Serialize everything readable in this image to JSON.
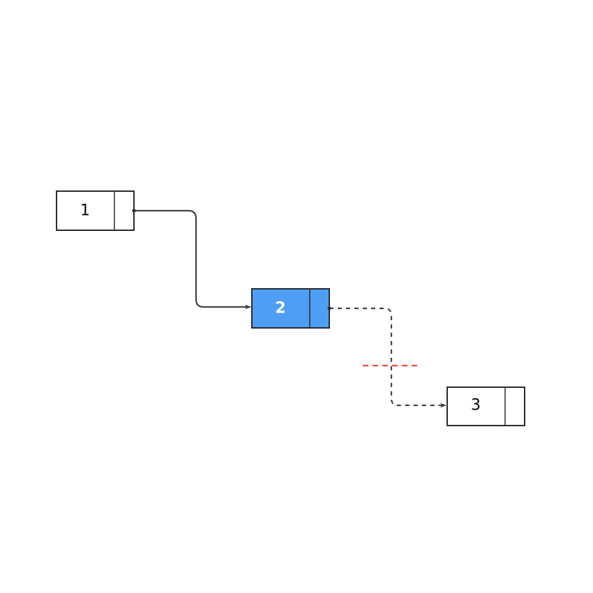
{
  "diagram": {
    "type": "linked-list",
    "nodes": [
      {
        "id": "node-1",
        "value": "1",
        "highlighted": false
      },
      {
        "id": "node-2",
        "value": "2",
        "highlighted": true
      },
      {
        "id": "node-3",
        "value": "3",
        "highlighted": false
      }
    ],
    "links": [
      {
        "from": "node-1",
        "to": "node-2",
        "style": "solid"
      },
      {
        "from": "node-2",
        "to": "node-3",
        "style": "dashed",
        "broken": true
      }
    ]
  },
  "colors": {
    "background": "#ffffff",
    "node_border": "#2b2b2b",
    "node_fill": "#ffffff",
    "highlight_fill": "#4e9ef5",
    "highlight_text": "#ffffff",
    "text": "#000000",
    "link": "#3f444a",
    "break_mark": "#f2473f"
  }
}
